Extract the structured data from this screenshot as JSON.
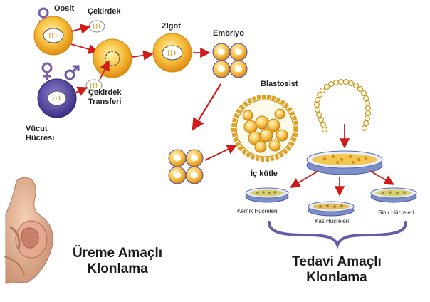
{
  "labels": {
    "oosit": "Oosit",
    "cekirdek": "Çekirdek",
    "zigot": "Zigot",
    "embriyo": "Embriyo",
    "cekirdek_transferi_1": "Çekirdek",
    "cekirdek_transferi_2": "Transferi",
    "vucut_hucresi_1": "Vücut",
    "vucut_hucresi_2": "Hücresi",
    "blastosist": "Blastosist",
    "ic_kutle": "İç kütle",
    "kemik_hucreleri": "Kemik Hücreleri",
    "kas_hucreleri": "Kas Hücreleri",
    "sinir_hucreleri": "Sinir Hücreleri",
    "ureme_1": "Üreme Amaçlı",
    "ureme_2": "Klonlama",
    "tedavi_1": "Tedavi Amaçlı",
    "tedavi_2": "Klonlama"
  },
  "colors": {
    "cell_orange": "#f2a623",
    "cell_yellow": "#fbe38a",
    "body_cell_purple": "#5a4aa0",
    "female_symbol": "#7b5ea7",
    "male_symbol": "#6a5aa0",
    "arrow_red": "#d11a1a",
    "dish_blue": "#6b86c8",
    "brace_purple": "#6a5aa8"
  },
  "icons": [
    "female-symbol-icon",
    "male-symbol-icon",
    "dna-strand-icon",
    "arrow-icon",
    "pregnant-woman-icon",
    "petri-dish-icon"
  ]
}
